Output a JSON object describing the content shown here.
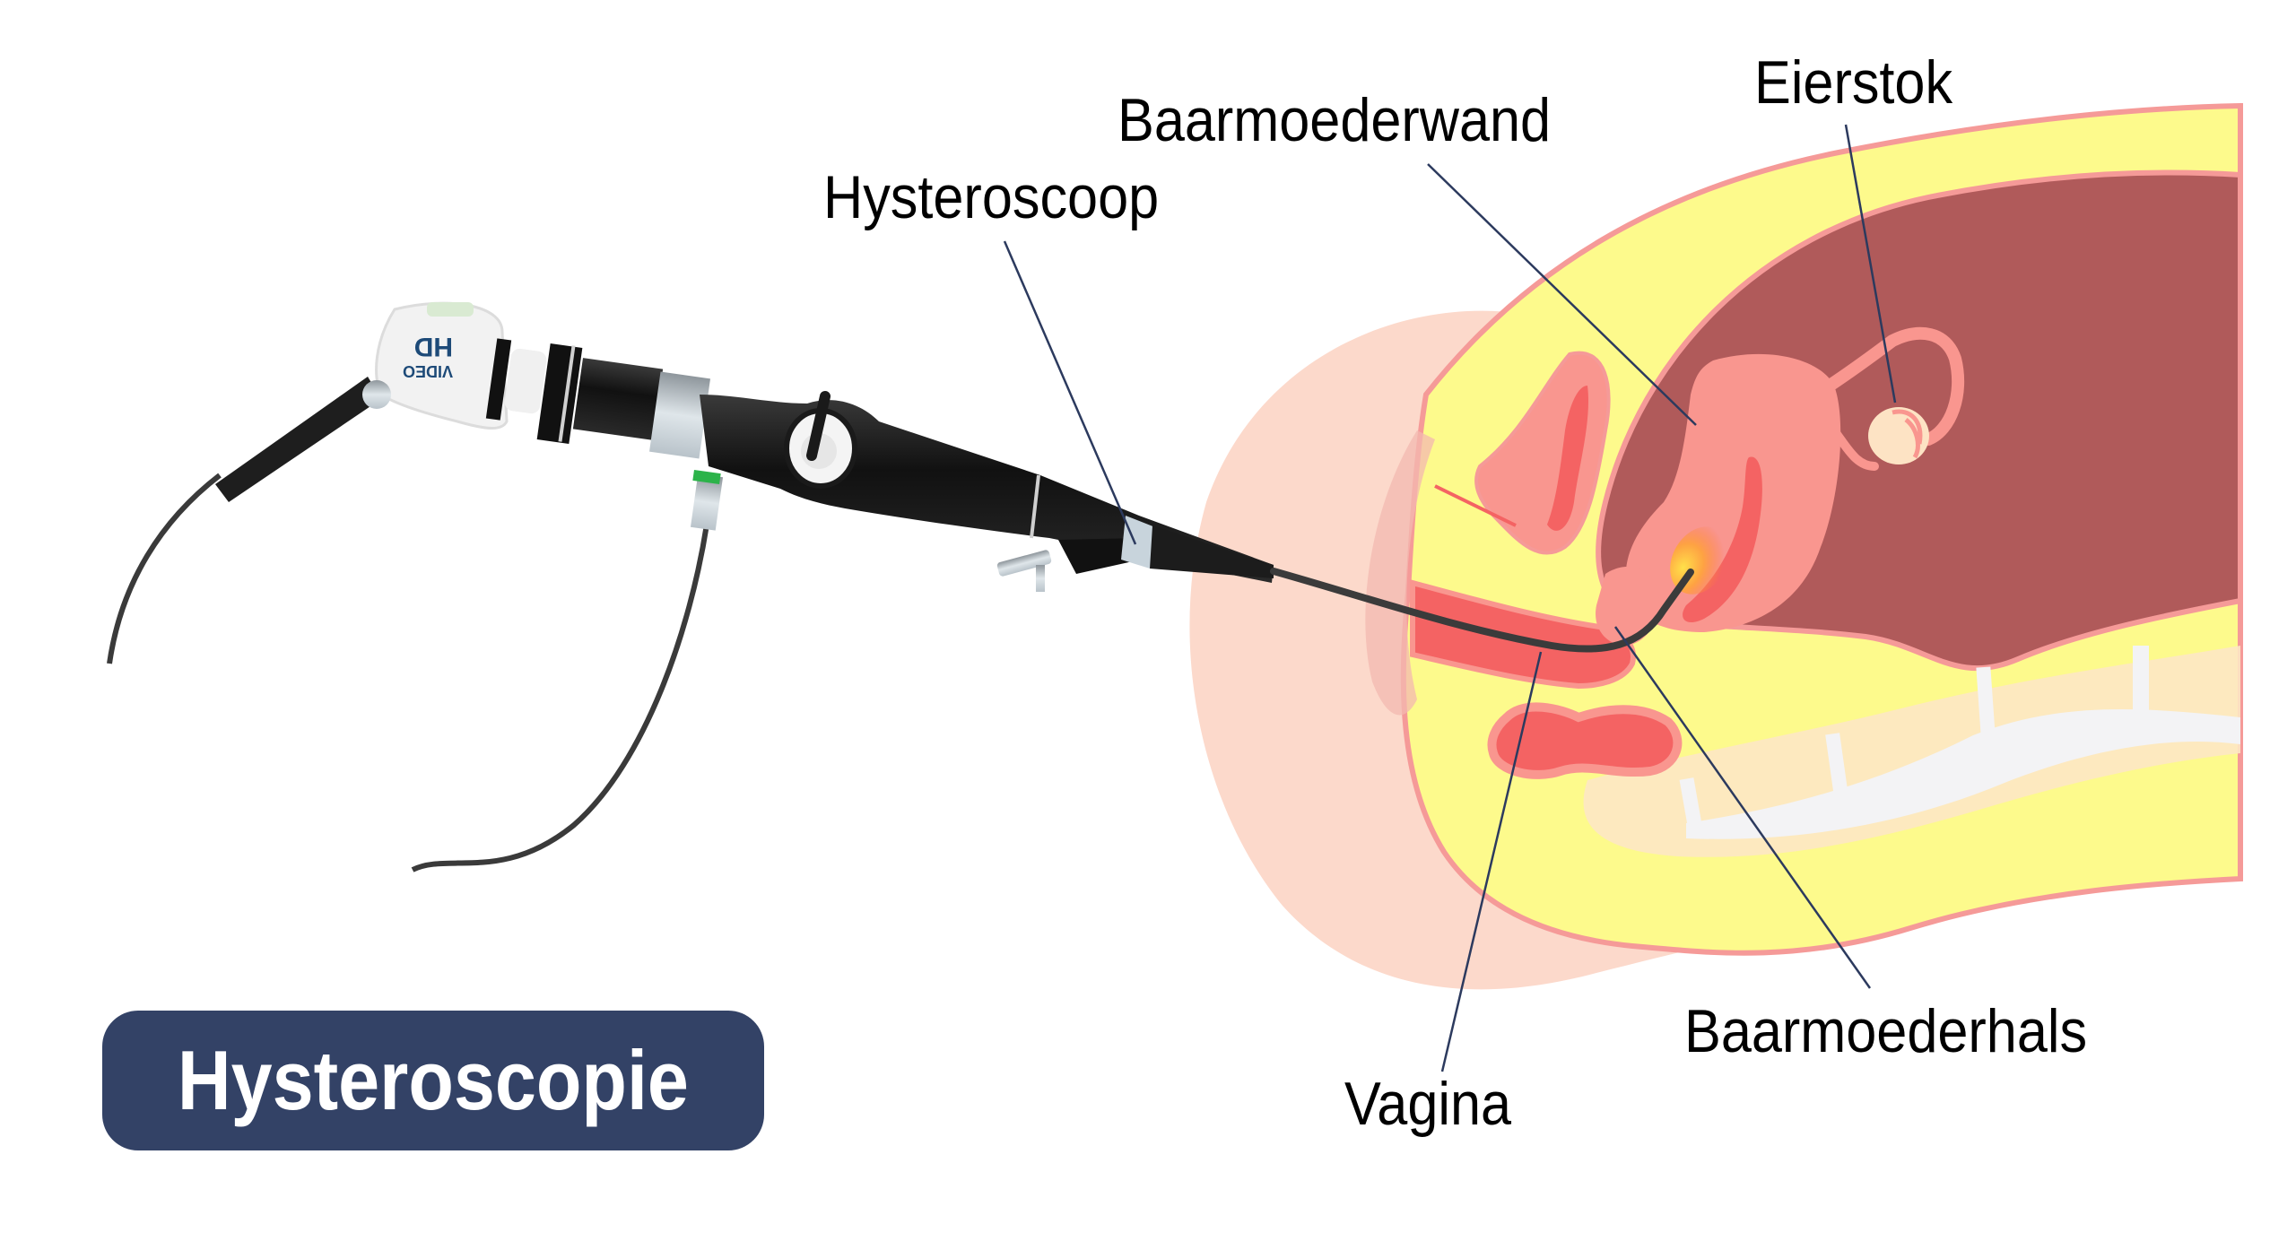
{
  "title": "Hysteroscopie",
  "labels": {
    "hysteroscope": "Hysteroscoop",
    "uterine_wall": "Baarmoederwand",
    "ovary": "Eierstok",
    "cervix": "Baarmoederhals",
    "vagina": "Vagina"
  },
  "device": {
    "camera_text_line1": "HD",
    "camera_text_line2": "VIDEO"
  },
  "colors": {
    "badge_bg": "#334266",
    "badge_text": "#ffffff",
    "leader_line": "#2c3a5e",
    "skin": "#fcd9cb",
    "fat_yellow": "#fdfa8c",
    "tissue_pink": "#f9968f",
    "tissue_red": "#f46363",
    "cavity_maroon": "#b05a5a",
    "ovary_cream": "#fde3c4",
    "scope_black": "#1c1c1c",
    "scope_metal": "#c8d4dc"
  }
}
